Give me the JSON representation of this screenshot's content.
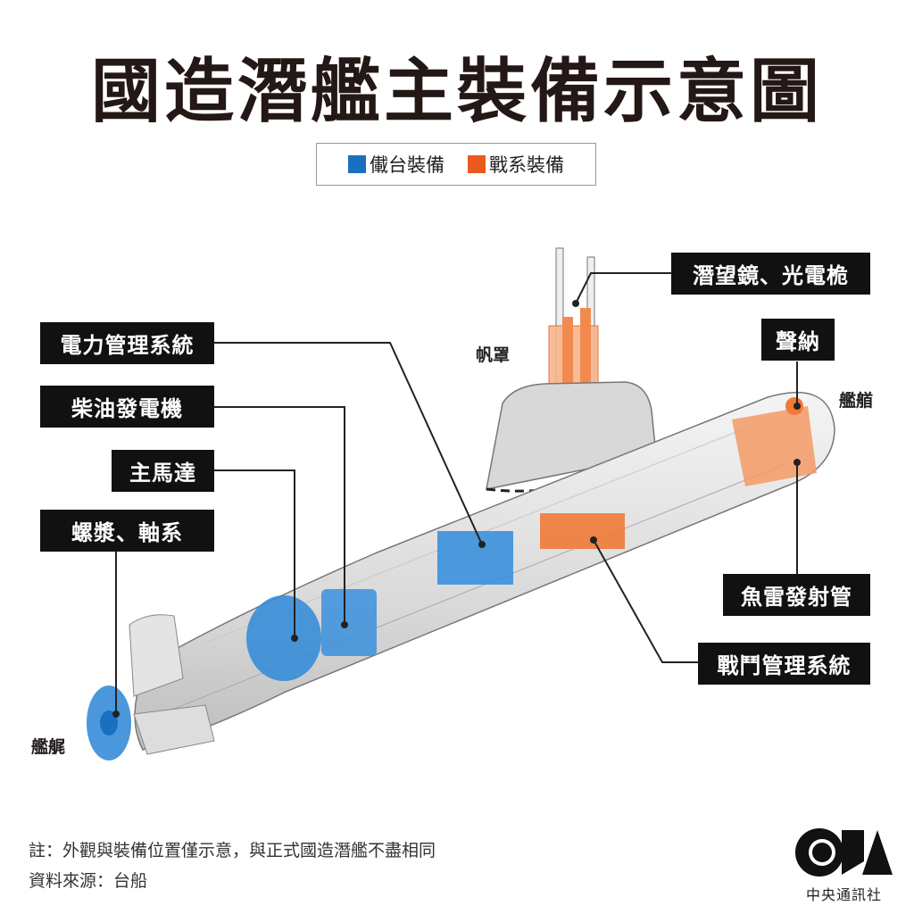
{
  "title": "國造潛艦主裝備示意圖",
  "legend": [
    {
      "label": "儎台裝備",
      "color": "#1a6fbf"
    },
    {
      "label": "戰系裝備",
      "color": "#ea5a1c"
    }
  ],
  "labels": {
    "periscope": "潛望鏡、光電桅",
    "sonar": "聲納",
    "power_management": "電力管理系統",
    "diesel_generator": "柴油發電機",
    "main_motor": "主馬達",
    "propeller_shaft": "螺漿、軸系",
    "torpedo_tubes": "魚雷發射管",
    "combat_management": "戰鬥管理系統"
  },
  "parts": {
    "sail": "帆罩",
    "bow": "艦艏",
    "stern": "艦艉"
  },
  "footer": {
    "note": "註：外觀與裝備位置僅示意，與正式國造潛艦不盡相同",
    "source": "資料來源：台船"
  },
  "logo": {
    "letters": "CNA",
    "name": "中央通訊社"
  }
}
